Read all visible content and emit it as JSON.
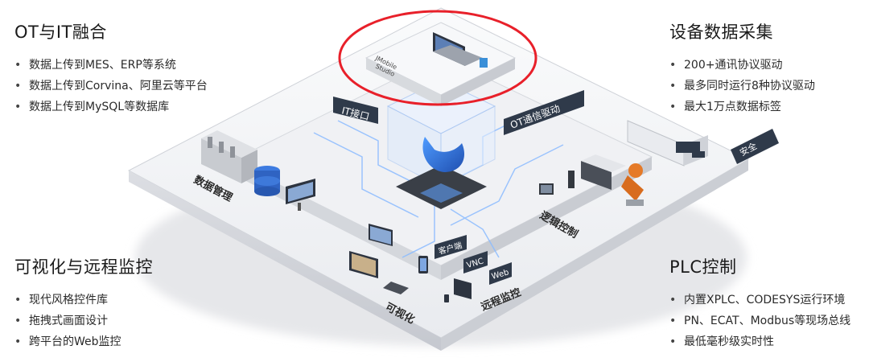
{
  "panels": {
    "ot_it": {
      "title": "OT与IT融合",
      "items": [
        "数据上传到MES、ERP等系统",
        "数据上传到Corvina、阿里云等平台",
        "数据上传到MySQL等数据库"
      ]
    },
    "device": {
      "title": "设备数据采集",
      "items": [
        "200+通讯协议驱动",
        "最多同时运行8种协议驱动",
        "最大1万点数据标签"
      ]
    },
    "visual": {
      "title": "可视化与远程监控",
      "items": [
        "现代风格控件库",
        "拖拽式画面设计",
        "跨平台的Web监控"
      ]
    },
    "plc": {
      "title": "PLC控制",
      "items": [
        "内置XPLC、CODESYS运行环境",
        "PN、ECAT、Modbus等现场总线",
        "最低毫秒级实时性"
      ]
    }
  },
  "diagram": {
    "studio_label_1": "JMobile",
    "studio_label_2": "Studio",
    "it_interface": "IT接口",
    "ot_driver": "OT通信驱动",
    "security": "安全",
    "data_management": "数据管理",
    "logic_control": "逻辑控制",
    "client": "客户端",
    "vnc": "VNC",
    "web": "Web",
    "visualization": "可视化",
    "remote_monitoring": "远程监控"
  },
  "colors": {
    "highlight_ellipse": "#e8202a",
    "platform_top": "#f3f4f6",
    "platform_side": "#d9dbe0",
    "dark_label": "#2f3a4a",
    "glow": "#5aa0ff",
    "core_blue": "#2f6fd8"
  }
}
